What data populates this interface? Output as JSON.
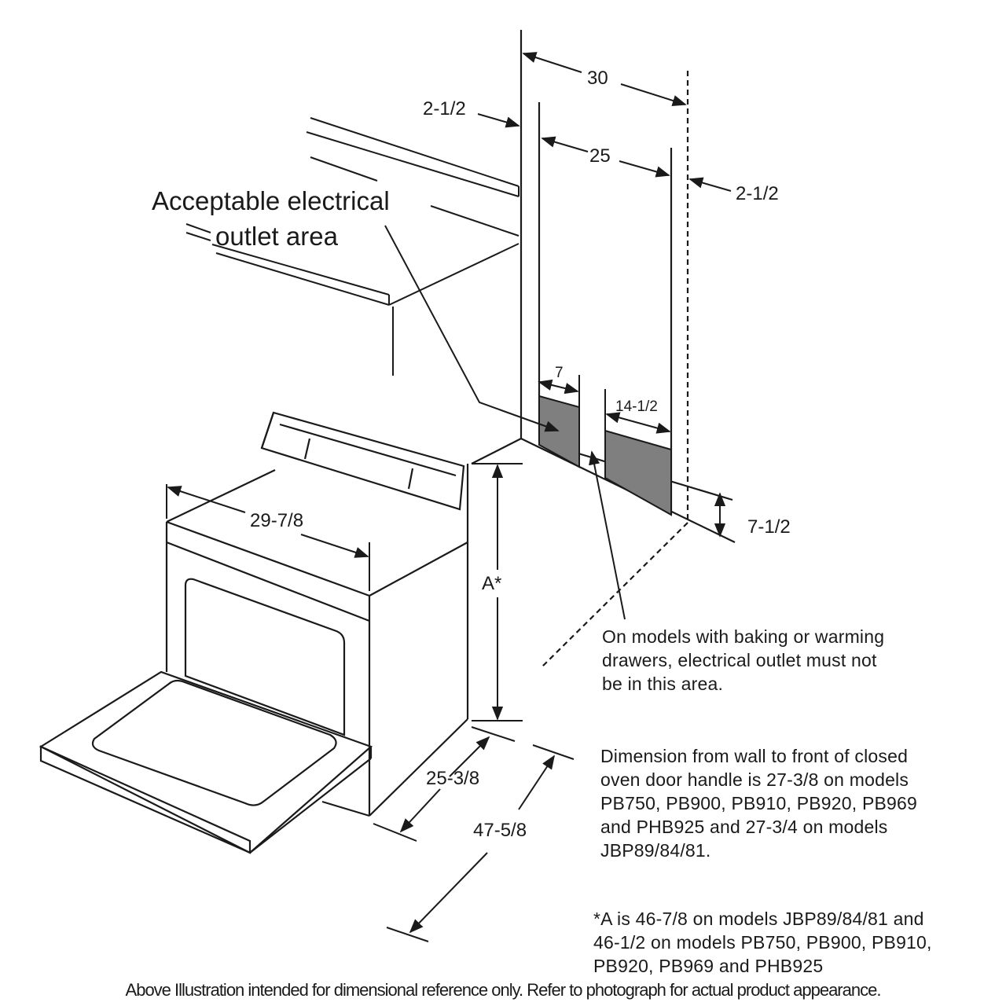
{
  "dimensions": {
    "overall_width": "30",
    "side_gap_left": "2-1/2",
    "side_gap_right": "2-1/2",
    "center_width": "25",
    "zone_left_width": "7",
    "zone_right_width": "14-1/2",
    "zone_height": "7-1/2",
    "range_width": "29-7/8",
    "height_a": "A*",
    "depth": "25-3/8",
    "depth_door_open": "47-5/8"
  },
  "labels": {
    "outlet_area_line1": "Acceptable electrical",
    "outlet_area_line2": "outlet area"
  },
  "notes": {
    "drawer_note": [
      "On models with baking or warming",
      "drawers, electrical outlet must not",
      "be in this area."
    ],
    "door_note": [
      "Dimension from wall to front of closed",
      "oven door handle is 27-3/8 on models",
      "PB750, PB900, PB910, PB920, PB969",
      "and PHB925 and 27-3/4 on models",
      "JBP89/84/81."
    ],
    "a_note": [
      "*A is 46-7/8 on models JBP89/84/81 and",
      "46-1/2 on models PB750, PB900, PB910,",
      "PB920, PB969 and PHB925"
    ]
  },
  "caption": "Above Illustration intended for dimensional reference only. Refer to photograph for actual product appearance.",
  "colors": {
    "line": "#1a1a1a",
    "zone_fill": "#7f7f7f"
  }
}
